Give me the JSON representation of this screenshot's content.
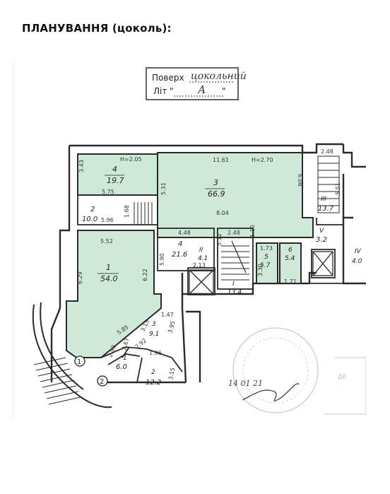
{
  "page": {
    "title": "ПЛАНУВАННЯ (цоколь):"
  },
  "label_box": {
    "floor_label": "Поверх",
    "floor_value": "цокольний",
    "letter_label": "Літ",
    "letter_quote_open": "\"",
    "letter_value": "А",
    "letter_quote_close": "\""
  },
  "rooms": [
    {
      "no": "4",
      "area": "19.7"
    },
    {
      "no": "3",
      "area": "66.9"
    },
    {
      "no": "2",
      "area": "10.0"
    },
    {
      "no": "1",
      "area": "54.0"
    },
    {
      "no": "4",
      "area": "21.6"
    },
    {
      "no": "II",
      "area": "4.1"
    },
    {
      "no": "I",
      "area": "13.4"
    },
    {
      "no": "5",
      "area": "5.7"
    },
    {
      "no": "6",
      "area": "5.4"
    },
    {
      "no": "III",
      "area": "13.7"
    },
    {
      "no": "V",
      "area": "3.2"
    },
    {
      "no": "IV",
      "area": "4.0"
    },
    {
      "no": "3",
      "area": "9.1"
    },
    {
      "no": "1",
      "area": "6.0"
    },
    {
      "no": "2",
      "area": "12.2"
    }
  ],
  "dimensions": [
    "H=2.05",
    "3.43",
    "5.75",
    "11.61",
    "H=2.70",
    "6.08",
    "5.31",
    "2.48",
    "5.51",
    "5.96",
    "1.68",
    "8.04",
    "4.48",
    "2.48",
    "5.12",
    "1.10",
    "5.52",
    "6.29",
    "6.22",
    "5.90",
    "2.13",
    "1.73",
    "3.30",
    "1.71",
    "5.85",
    "1.47",
    "3.15",
    "3.95",
    "2.93",
    "2.92",
    "1.96",
    "3.15",
    "2.67"
  ],
  "axis_markers": [
    "1",
    "2"
  ],
  "stamp": {
    "date": "14 01 21"
  },
  "colors": {
    "room_fill": "#cfe9d8",
    "line": "#2a2a2a",
    "stamp": "#9a9a9a"
  }
}
